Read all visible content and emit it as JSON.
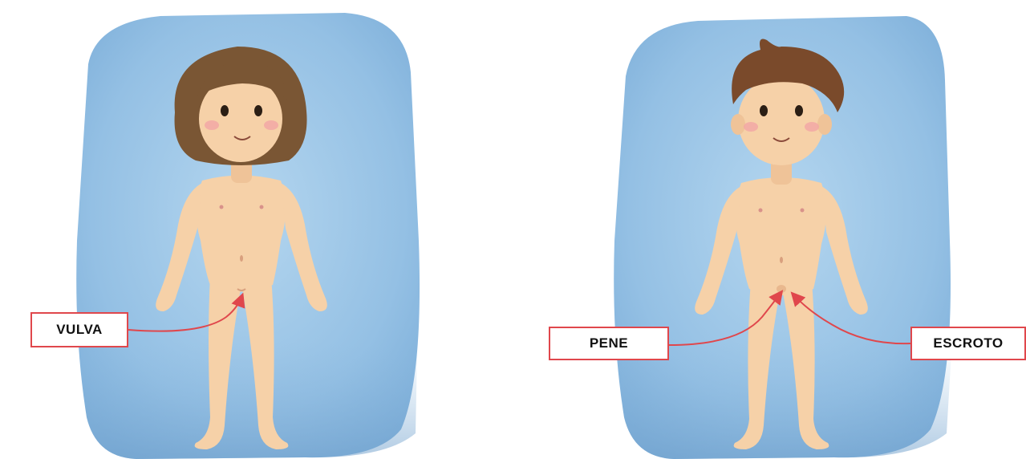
{
  "colors": {
    "panel_blue": "#9cc6e6",
    "panel_blue_dark": "#7fb0da",
    "skin": "#f6d1a8",
    "skin_shadow": "#e9b88e",
    "hair_girl": "#7a5634",
    "hair_boy": "#7a4a2b",
    "arrow_red": "#e0474c",
    "label_border": "#e0474c",
    "label_text": "#111111"
  },
  "figures": {
    "girl": {
      "icon": "girl-figure-illustration"
    },
    "boy": {
      "icon": "boy-figure-illustration"
    }
  },
  "labels": {
    "vulva": "VULVA",
    "pene": "PENE",
    "escroto": "ESCROTO"
  }
}
